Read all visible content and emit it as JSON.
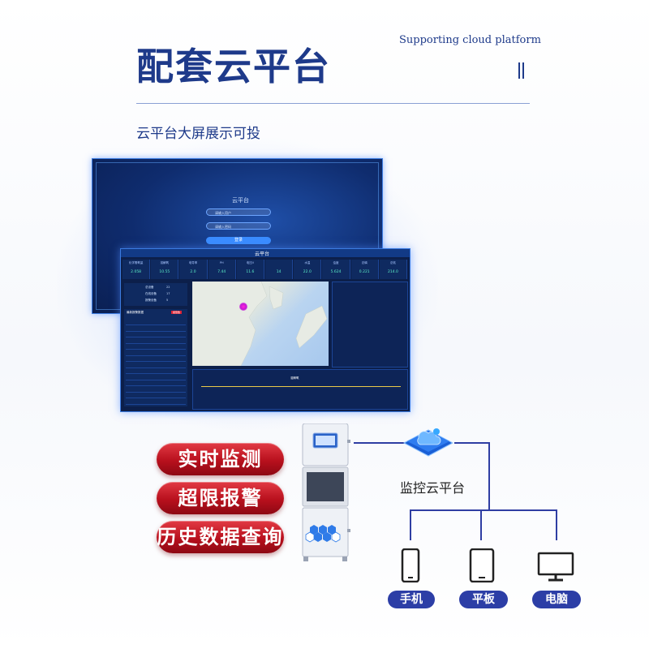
{
  "header": {
    "title": "配套云平台",
    "title_en": "Supporting cloud platform",
    "subtitle": "云平台大屏展示可投"
  },
  "login_screen": {
    "title": "云平台",
    "username_placeholder": "请输入用户",
    "password_placeholder": "请输入密码",
    "login_button": "登录"
  },
  "dashboard": {
    "title": "云平台",
    "metrics": [
      {
        "name": "化学需氧量",
        "value": "2.058"
      },
      {
        "name": "溶解氧",
        "value": "10.55"
      },
      {
        "name": "电导率",
        "value": "2.0"
      },
      {
        "name": "PH",
        "value": "7.44"
      },
      {
        "name": "电压V",
        "value": "11.6"
      },
      {
        "name": "",
        "value": "14"
      },
      {
        "name": "水温",
        "value": "22.0"
      },
      {
        "name": "浊度",
        "value": "5.624"
      },
      {
        "name": "总磷",
        "value": "0.221"
      },
      {
        "name": "总氮",
        "value": "214.0"
      }
    ],
    "stats": [
      {
        "label": "总设备",
        "value": "22"
      },
      {
        "label": "在线设备",
        "value": "17"
      },
      {
        "label": "报警设备",
        "value": "5"
      }
    ],
    "alarm_title": "最新报警数据",
    "alarm_tag": "报警数",
    "chart_title": "溶解氧"
  },
  "features": {
    "realtime": "实时监测",
    "overlimit": "超限报警",
    "history": "历史数据查询"
  },
  "network": {
    "cloud_label": "监控云平台",
    "phone": "手机",
    "tablet": "平板",
    "computer": "电脑"
  },
  "colors": {
    "primary": "#1e3a8a",
    "accent_red": "#c8141f",
    "wire": "#2f3ea3"
  }
}
